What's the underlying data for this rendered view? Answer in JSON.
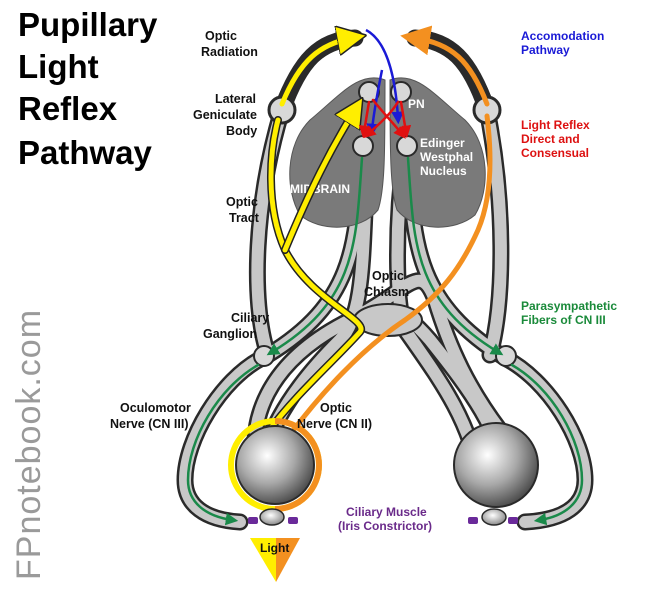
{
  "title": {
    "line1": "Pupillary",
    "line2": "Light",
    "line3": "Reflex",
    "line4": "Pathway"
  },
  "watermark": "FPnotebook.com",
  "labels": {
    "optic_radiation_1": "Optic",
    "optic_radiation_2": "Radiation",
    "lgb_1": "Lateral",
    "lgb_2": "Geniculate",
    "lgb_3": "Body",
    "optic_tract_1": "Optic",
    "optic_tract_2": "Tract",
    "ciliary_ganglion_1": "Ciliary",
    "ciliary_ganglion_2": "Ganglion",
    "oculomotor_1": "Oculomotor",
    "oculomotor_2": "Nerve (CN III)",
    "optic_nerve_1": "Optic",
    "optic_nerve_2": "Nerve (CN II)",
    "optic_chiasm_1": "Optic",
    "optic_chiasm_2": "Chiasm",
    "midbrain": "MIDBRAIN",
    "pn": "PN",
    "ew_1": "Edinger",
    "ew_2": "Westphal",
    "ew_3": "Nucleus",
    "accommodation_1": "Accomodation",
    "accommodation_2": "Pathway",
    "light_reflex_1": "Light Reflex",
    "light_reflex_2": "Direct and",
    "light_reflex_3": "Consensual",
    "parasympathetic_1": "Parasympathetic",
    "parasympathetic_2": "Fibers of CN III",
    "ciliary_muscle_1": "Ciliary Muscle",
    "ciliary_muscle_2": "(Iris Constrictor)",
    "light": "Light"
  },
  "colors": {
    "light_path": "#ffee00",
    "accommodation_path": "#f39020",
    "light_reflex_arrows": "#e01010",
    "accommodation_arrow": "#1a1ad6",
    "parasympathetic": "#1a8a4a",
    "ciliary_muscle": "#6a2a9a",
    "midbrain": "#7a7a7a",
    "nerve_fill": "#c8c8c8",
    "nerve_outline": "#2a2a2a"
  }
}
